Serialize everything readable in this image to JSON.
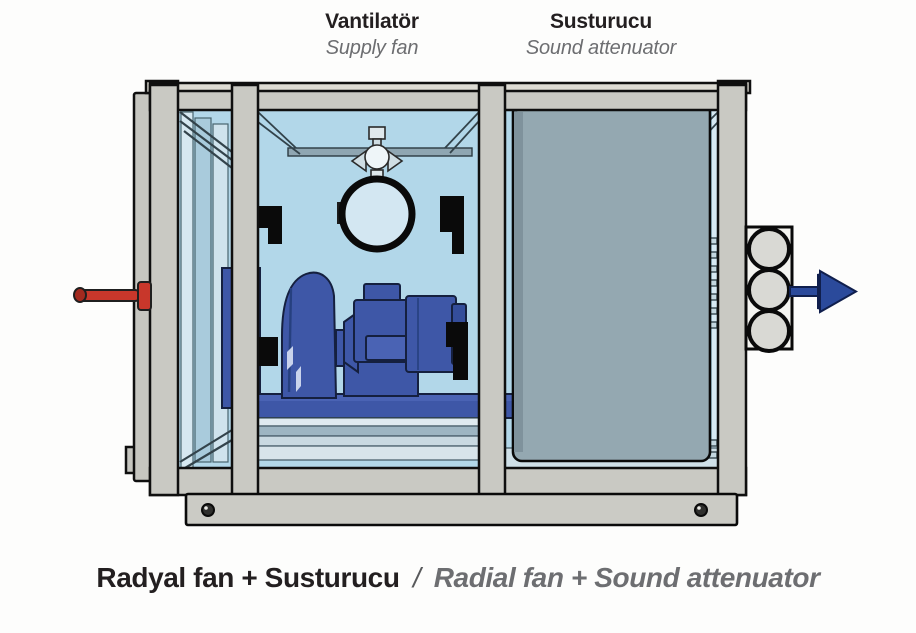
{
  "component_labels": [
    {
      "id": "supply-fan",
      "title_tr": "Vantilatör",
      "subtitle_en": "Supply fan"
    },
    {
      "id": "sound-attenuator",
      "title_tr": "Susturucu",
      "subtitle_en": "Sound attenuator"
    }
  ],
  "caption": {
    "primary_tr": "Radyal fan + Susturucu",
    "separator": "/",
    "secondary_en": "Radial fan + Sound attenuator"
  },
  "diagram": {
    "unit_type": "air handling unit section view",
    "airflow": {
      "inlet_side": "left",
      "outlet_side": "right"
    },
    "colors": {
      "frame_gray": "#c9c9c3",
      "frame_light": "#dddbd3",
      "interior_blue": "#b2d7e9",
      "interior_light": "#d6e9f3",
      "attenuator_block": "#94a8b1",
      "attenuator_edge": "#7f929c",
      "fan_blue": "#3e57a7",
      "fan_blue_dark": "#2c3f85",
      "inlet_red": "#c8372b",
      "outlet_arrow_blue": "#2b4a9b",
      "outline_black": "#0f0f0f",
      "label_black": "#231f20",
      "label_gray": "#6d6e71"
    },
    "components": [
      "inlet-rod",
      "access-panel",
      "casing-frame",
      "service-lamp",
      "fan-inlet-ring",
      "radial-fan-scroll",
      "fan-motor",
      "vibration-base",
      "mounting-brackets",
      "sound-attenuator-block",
      "outlet-connector",
      "outlet-arrow",
      "base-frame"
    ]
  }
}
